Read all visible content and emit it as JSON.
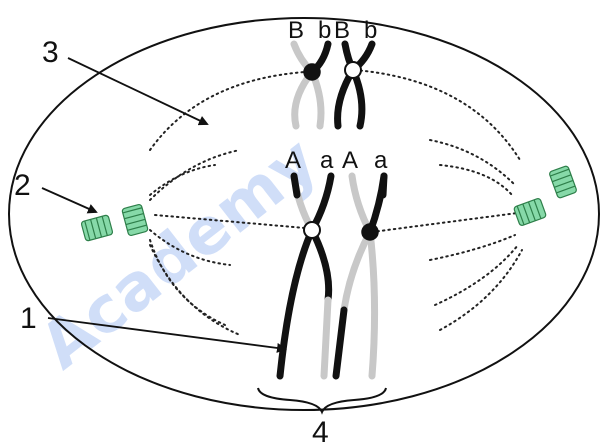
{
  "watermark": "Academy",
  "labels": {
    "one": "1",
    "two": "2",
    "three": "3",
    "four": "4"
  },
  "alleles": {
    "upper_pair": [
      "B",
      "b",
      "B",
      "b"
    ],
    "lower_pair": [
      "A",
      "a",
      "A",
      "a"
    ]
  },
  "colors": {
    "black_chromatid": "#111111",
    "grey_chromatid": "#c8c8c8",
    "centriole_fill": "#86d9a8",
    "centriole_stroke": "#2e7f4a",
    "watermark": "#2f6fe4"
  }
}
